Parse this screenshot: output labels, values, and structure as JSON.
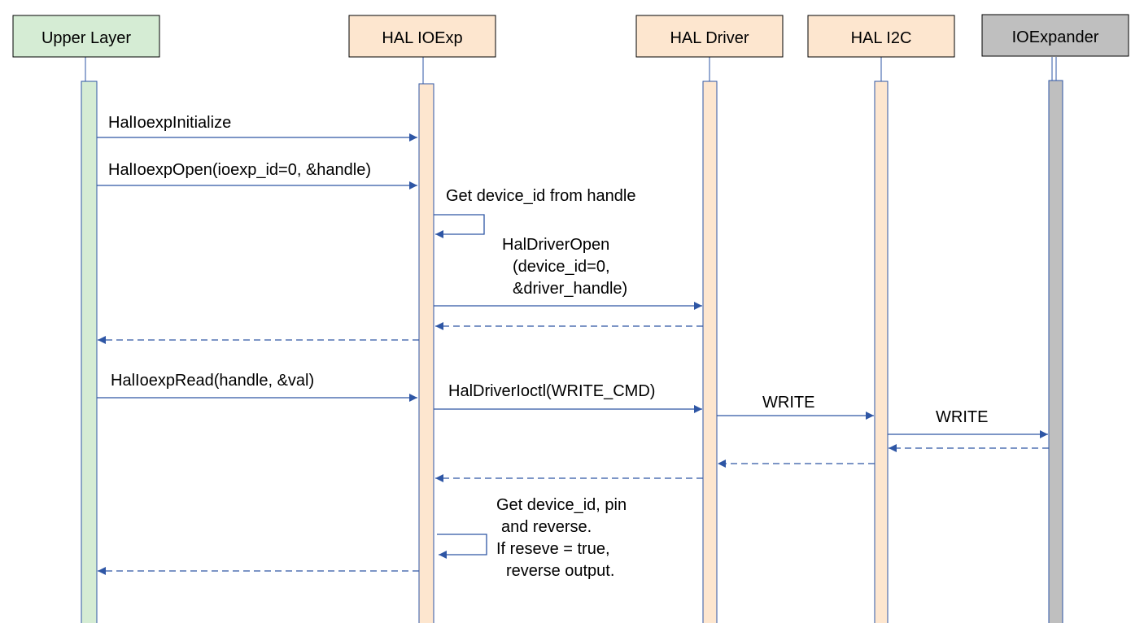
{
  "participants": [
    {
      "id": "upper",
      "label": "Upper Layer",
      "fill": "#d5ecd4"
    },
    {
      "id": "hal_ioexp",
      "label": "HAL IOExp",
      "fill": "#fde6cf"
    },
    {
      "id": "hal_driver",
      "label": "HAL Driver",
      "fill": "#fde6cf"
    },
    {
      "id": "hal_i2c",
      "label": "HAL I2C",
      "fill": "#fde6cf"
    },
    {
      "id": "ioexpander",
      "label": "IOExpander",
      "fill": "#bfbfbf"
    }
  ],
  "messages": [
    {
      "id": "m1",
      "from": "upper",
      "to": "hal_ioexp",
      "kind": "call",
      "label_lines": [
        "HalIoexpInitialize"
      ]
    },
    {
      "id": "m2",
      "from": "upper",
      "to": "hal_ioexp",
      "kind": "call",
      "label_lines": [
        "HalIoexpOpen(ioexp_id=0, &handle)"
      ]
    },
    {
      "id": "m3",
      "from": "hal_ioexp",
      "to": "hal_ioexp",
      "kind": "self",
      "label_lines": [
        "Get device_id from handle"
      ]
    },
    {
      "id": "m4",
      "from": "hal_ioexp",
      "to": "hal_driver",
      "kind": "call",
      "label_lines": [
        "HalDriverOpen",
        "(device_id=0,",
        "&driver_handle)"
      ]
    },
    {
      "id": "m5",
      "from": "hal_driver",
      "to": "hal_ioexp",
      "kind": "return",
      "label_lines": []
    },
    {
      "id": "m6",
      "from": "hal_ioexp",
      "to": "upper",
      "kind": "return",
      "label_lines": []
    },
    {
      "id": "m7",
      "from": "upper",
      "to": "hal_ioexp",
      "kind": "call",
      "label_lines": [
        "HalIoexpRead(handle, &val)"
      ]
    },
    {
      "id": "m8",
      "from": "hal_ioexp",
      "to": "hal_driver",
      "kind": "call",
      "label_lines": [
        "HalDriverIoctl(WRITE_CMD)"
      ]
    },
    {
      "id": "m9",
      "from": "hal_driver",
      "to": "hal_i2c",
      "kind": "call",
      "label_lines": [
        "WRITE"
      ]
    },
    {
      "id": "m10",
      "from": "hal_i2c",
      "to": "ioexpander",
      "kind": "call",
      "label_lines": [
        "WRITE"
      ]
    },
    {
      "id": "m11",
      "from": "ioexpander",
      "to": "hal_i2c",
      "kind": "return",
      "label_lines": []
    },
    {
      "id": "m12",
      "from": "hal_i2c",
      "to": "hal_driver",
      "kind": "return",
      "label_lines": []
    },
    {
      "id": "m13",
      "from": "hal_driver",
      "to": "hal_ioexp",
      "kind": "return",
      "label_lines": []
    },
    {
      "id": "m14",
      "from": "hal_ioexp",
      "to": "hal_ioexp",
      "kind": "self",
      "label_lines": [
        "Get device_id, pin",
        "and reverse.",
        "If reseve = true,",
        "reverse output."
      ]
    },
    {
      "id": "m15",
      "from": "hal_ioexp",
      "to": "upper",
      "kind": "return",
      "label_lines": []
    }
  ],
  "colors": {
    "arrow": "#2e56a5",
    "outline": "#000000",
    "lifeline": "#2e56a5"
  }
}
